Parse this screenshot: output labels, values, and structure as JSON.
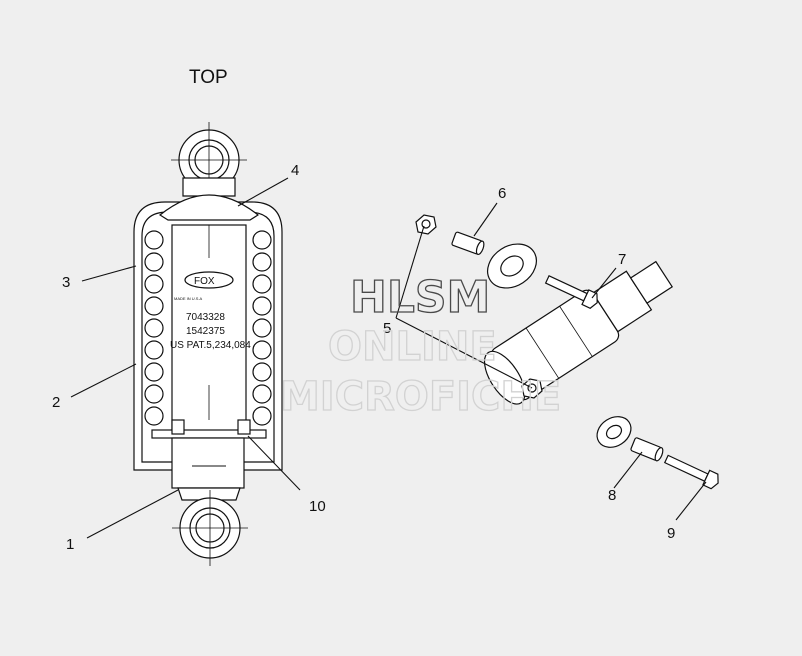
{
  "view_label": "TOP",
  "watermark": {
    "line1": "HLSM",
    "line2": "ONLINE",
    "line3": "MICROFICHE"
  },
  "shock_stamp": {
    "logo_text": "FOX",
    "small_text": "MADE IN U.S.A",
    "part_number_1": "7043328",
    "part_number_2": "1542375",
    "patent": "US PAT.5,234,084"
  },
  "callouts": [
    {
      "number": "1"
    },
    {
      "number": "2"
    },
    {
      "number": "3"
    },
    {
      "number": "4"
    },
    {
      "number": "5"
    },
    {
      "number": "6"
    },
    {
      "number": "7"
    },
    {
      "number": "8"
    },
    {
      "number": "9"
    },
    {
      "number": "10"
    }
  ]
}
